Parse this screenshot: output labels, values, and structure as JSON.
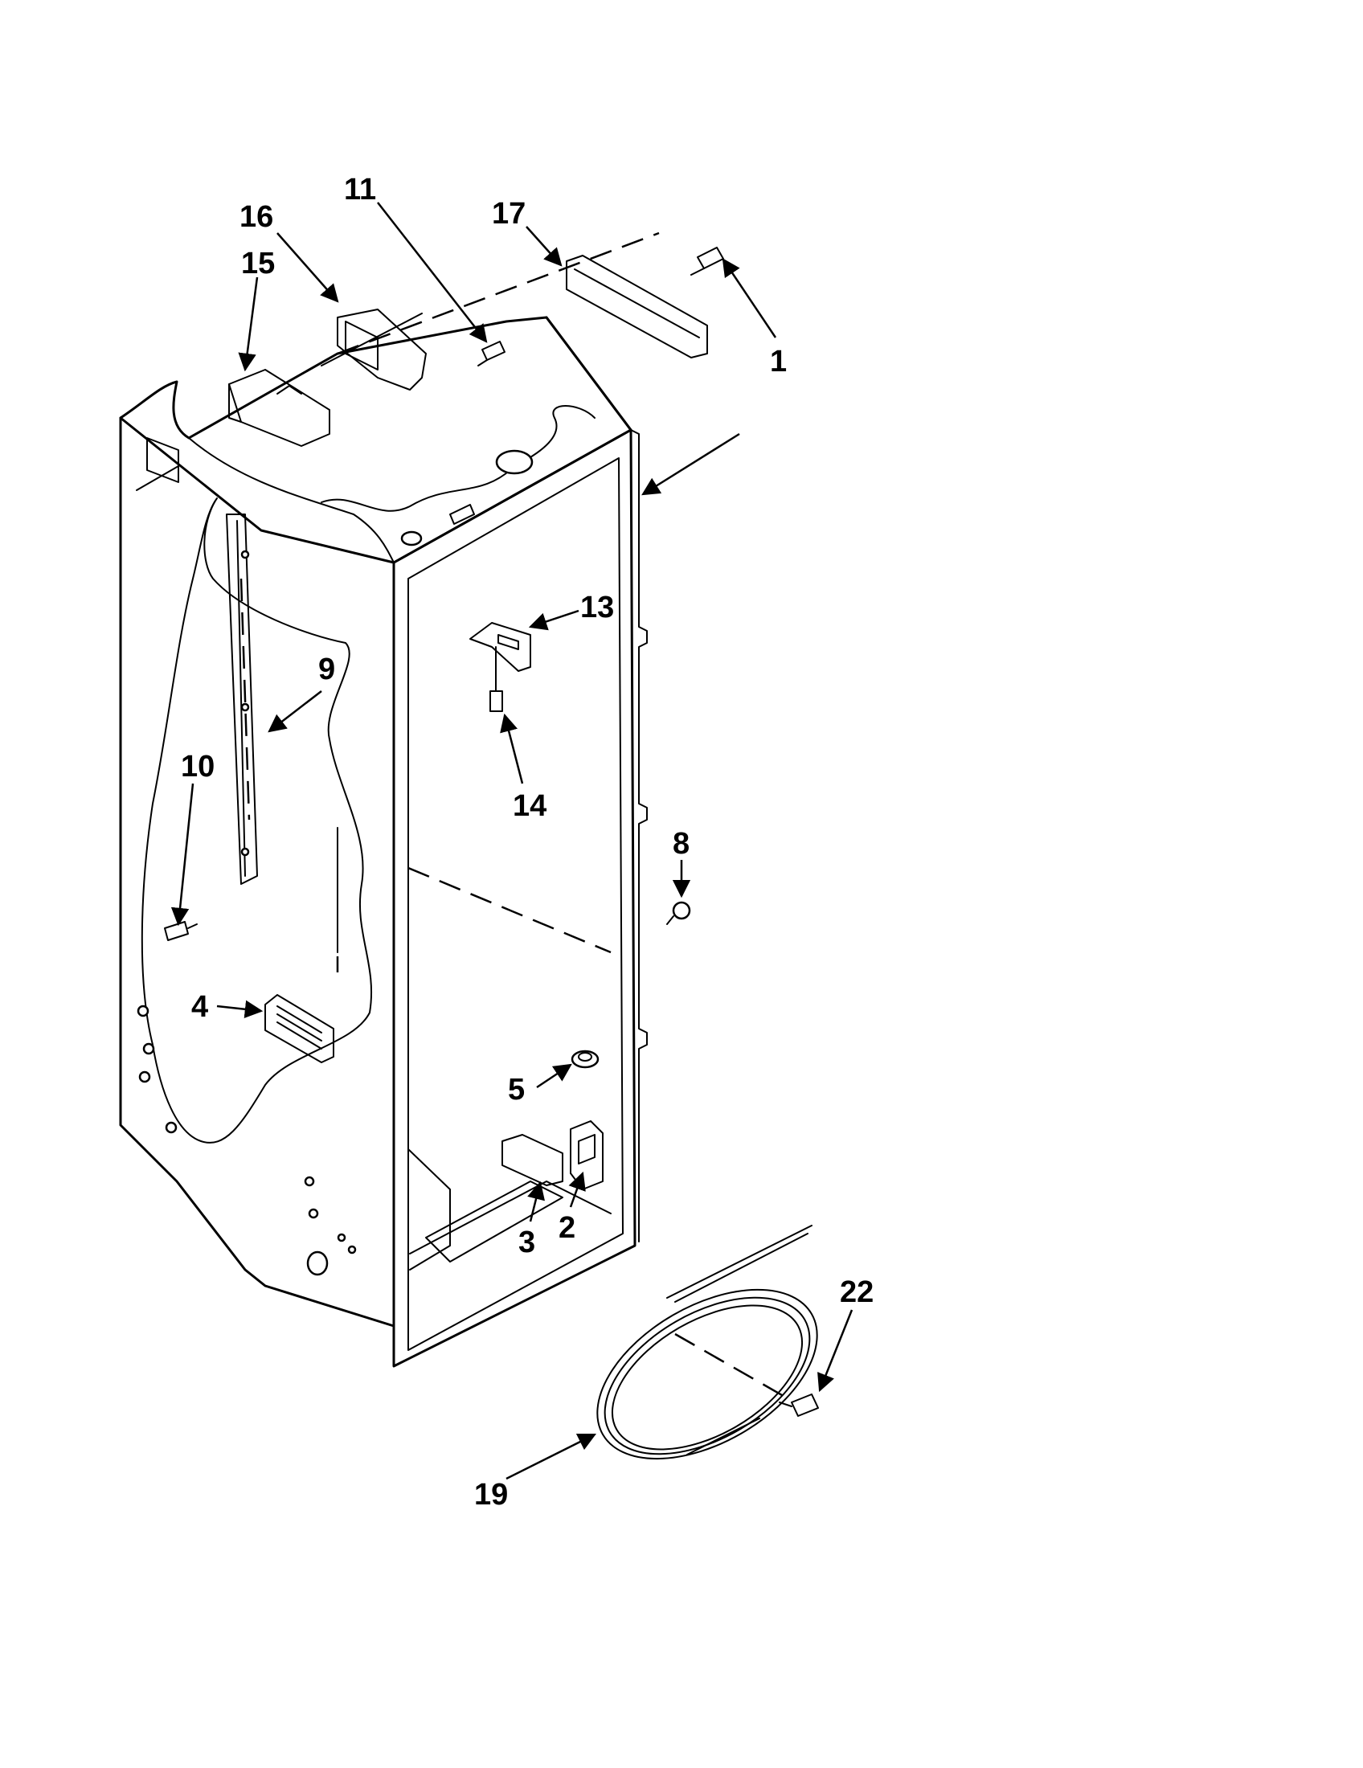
{
  "diagram": {
    "callouts": [
      {
        "id": "c16",
        "label": "16"
      },
      {
        "id": "c15",
        "label": "15"
      },
      {
        "id": "c11",
        "label": "11"
      },
      {
        "id": "c17",
        "label": "17"
      },
      {
        "id": "c1",
        "label": "1"
      },
      {
        "id": "c13",
        "label": "13"
      },
      {
        "id": "c9",
        "label": "9"
      },
      {
        "id": "c10",
        "label": "10"
      },
      {
        "id": "c14",
        "label": "14"
      },
      {
        "id": "c8",
        "label": "8"
      },
      {
        "id": "c4",
        "label": "4"
      },
      {
        "id": "c5",
        "label": "5"
      },
      {
        "id": "c3",
        "label": "3"
      },
      {
        "id": "c2",
        "label": "2"
      },
      {
        "id": "c22",
        "label": "22"
      },
      {
        "id": "c19",
        "label": "19"
      }
    ]
  }
}
